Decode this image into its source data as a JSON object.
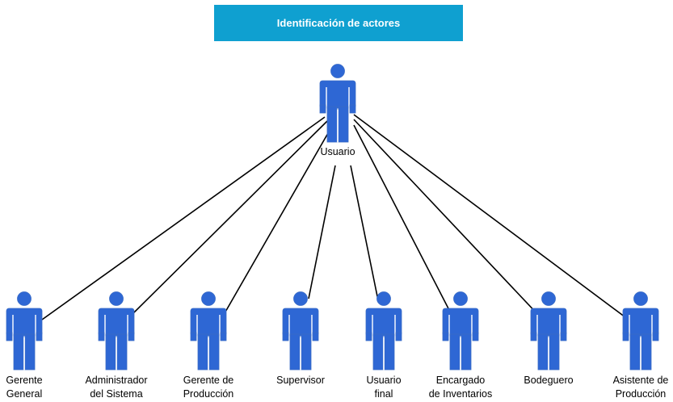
{
  "title": "Identificación de actores",
  "colors": {
    "banner": "#0fa0d0",
    "actor_fill": "#2e67d4",
    "actor_stroke": "#3a6cc6",
    "line": "#000000"
  },
  "root_actor": {
    "icon": "person-icon",
    "label_lines": [
      "Usuario"
    ]
  },
  "actors": [
    {
      "icon": "person-icon",
      "label_lines": [
        "Gerente",
        "General"
      ]
    },
    {
      "icon": "person-icon",
      "label_lines": [
        "Administrador",
        "del Sistema"
      ]
    },
    {
      "icon": "person-icon",
      "label_lines": [
        "Gerente de",
        "Producción"
      ]
    },
    {
      "icon": "person-icon",
      "label_lines": [
        "Supervisor"
      ]
    },
    {
      "icon": "person-icon",
      "label_lines": [
        "Usuario",
        "final"
      ]
    },
    {
      "icon": "person-icon",
      "label_lines": [
        "Encargado",
        "de Inventarios"
      ]
    },
    {
      "icon": "person-icon",
      "label_lines": [
        "Bodeguero"
      ]
    },
    {
      "icon": "person-icon",
      "label_lines": [
        "Asistente de",
        "Producción"
      ]
    }
  ]
}
